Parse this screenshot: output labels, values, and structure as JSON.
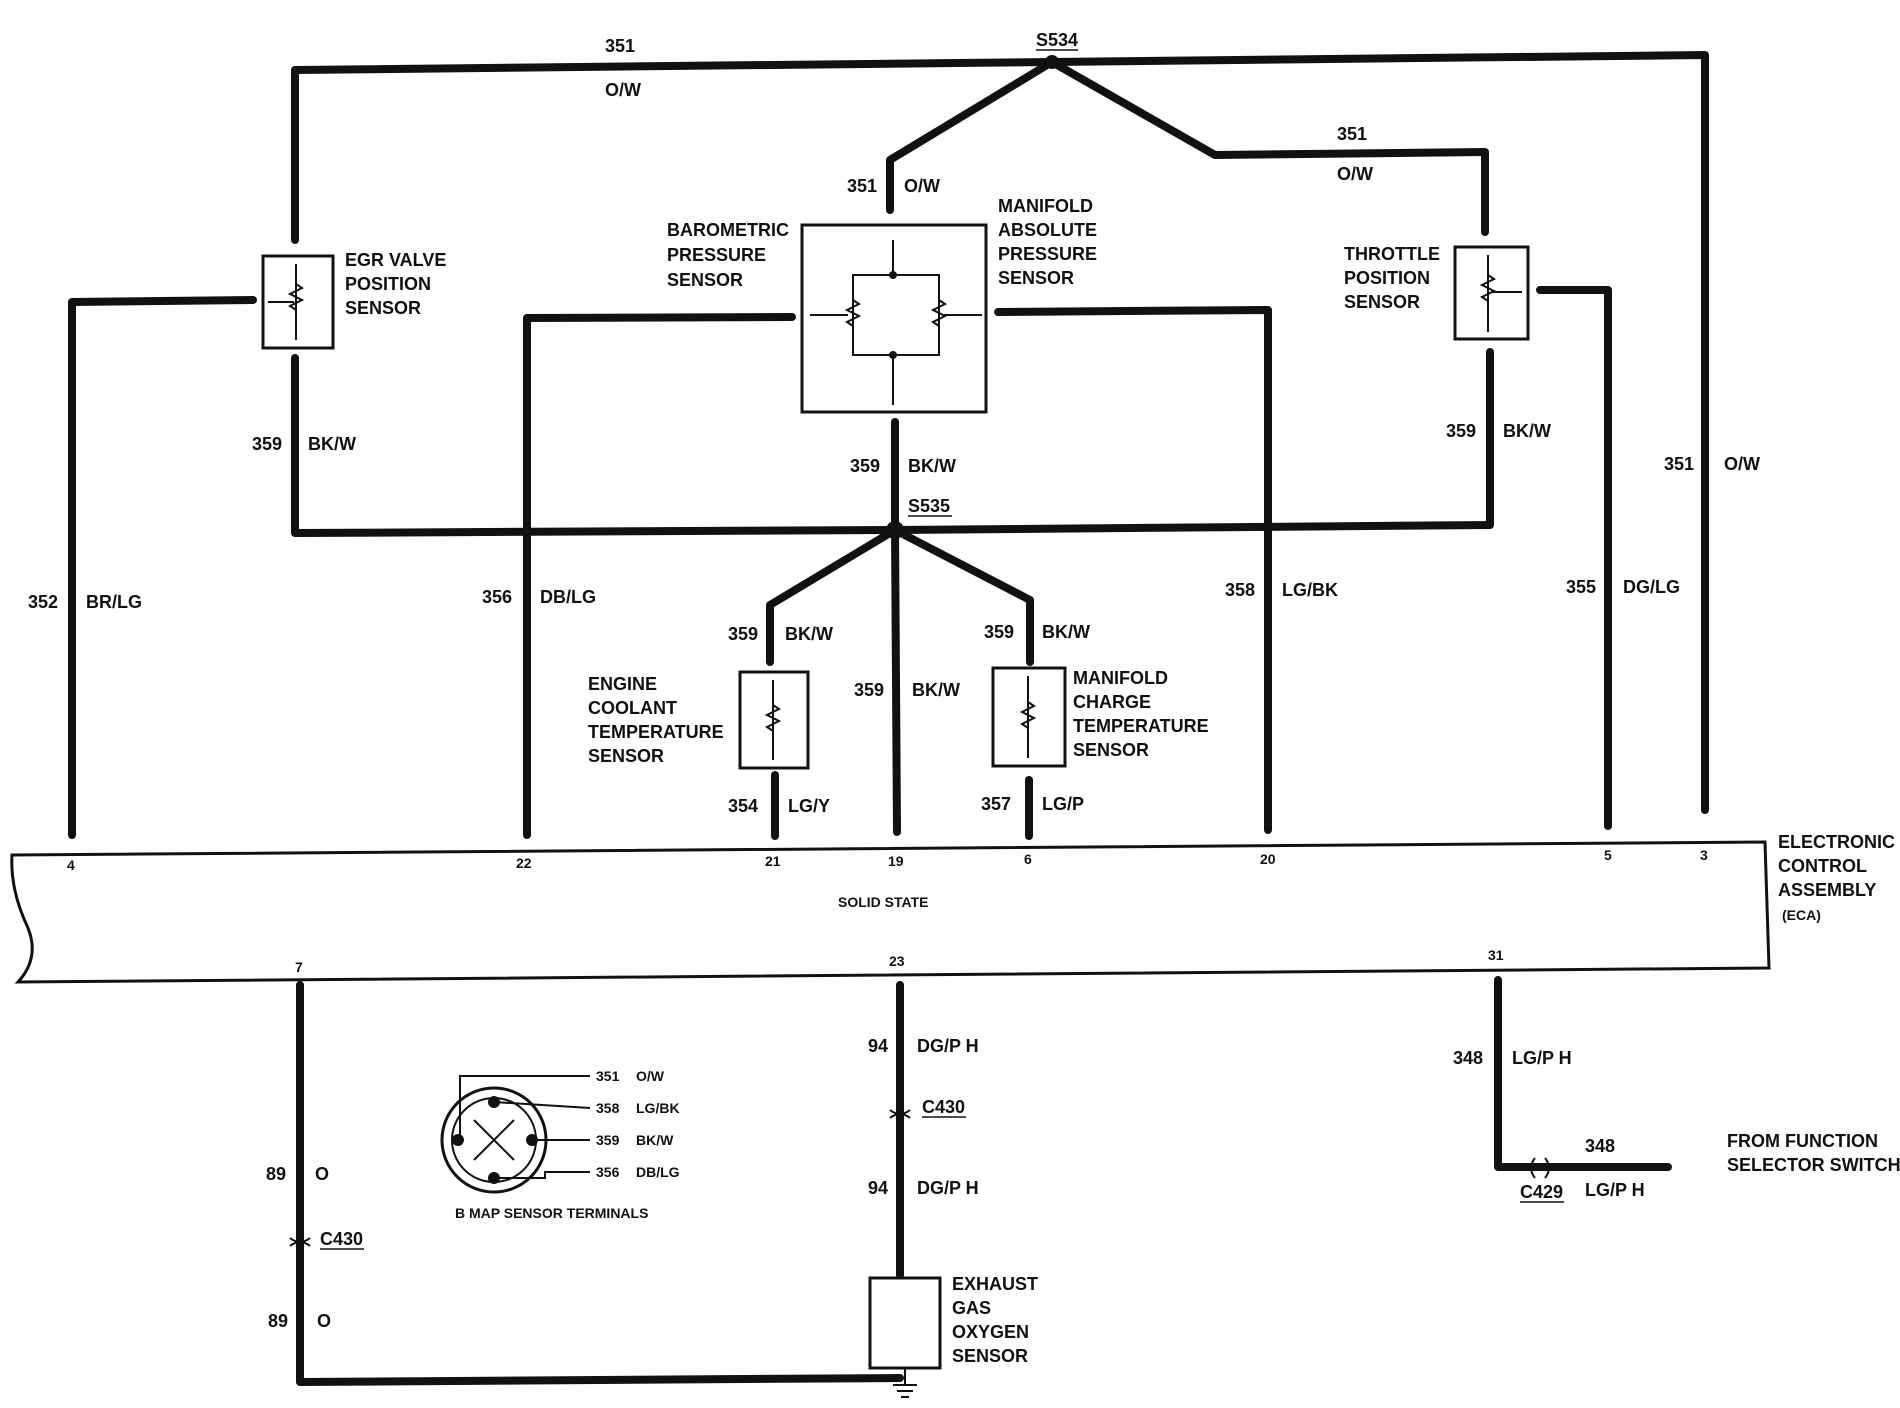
{
  "colors": {
    "ink": "#111111",
    "paper": "#ffffff"
  },
  "splices": {
    "s534": "S534",
    "s535": "S535"
  },
  "connectors": {
    "c430_top": "C430",
    "c430_left": "C430",
    "c429": "C429"
  },
  "components": {
    "egr": [
      "EGR VALVE",
      "POSITION",
      "SENSOR"
    ],
    "baro": [
      "BAROMETRIC",
      "PRESSURE",
      "SENSOR"
    ],
    "map": [
      "MANIFOLD",
      "ABSOLUTE",
      "PRESSURE",
      "SENSOR"
    ],
    "tps": [
      "THROTTLE",
      "POSITION",
      "SENSOR"
    ],
    "ect": [
      "ENGINE",
      "COOLANT",
      "TEMPERATURE",
      "SENSOR"
    ],
    "mct": [
      "MANIFOLD",
      "CHARGE",
      "TEMPERATURE",
      "SENSOR"
    ],
    "ego": [
      "EXHAUST",
      "GAS",
      "OXYGEN",
      "SENSOR"
    ],
    "eca": [
      "ELECTRONIC",
      "CONTROL",
      "ASSEMBLY"
    ],
    "eca_abbrev": "(ECA)",
    "eca_body": "SOLID STATE"
  },
  "eca_pins": {
    "top": [
      "4",
      "22",
      "21",
      "19",
      "6",
      "20",
      "5",
      "3"
    ],
    "bottom": [
      "7",
      "23",
      "31"
    ]
  },
  "wires": {
    "w351_top": {
      "num": "351",
      "color": "O/W"
    },
    "w351_map": {
      "num": "351",
      "color": "O/W"
    },
    "w351_tps": {
      "num": "351",
      "color": "O/W"
    },
    "w351_right": {
      "num": "351",
      "color": "O/W"
    },
    "w359_egr": {
      "num": "359",
      "color": "BK/W"
    },
    "w359_map": {
      "num": "359",
      "color": "BK/W"
    },
    "w359_tps": {
      "num": "359",
      "color": "BK/W"
    },
    "w359_ect": {
      "num": "359",
      "color": "BK/W"
    },
    "w359_mct": {
      "num": "359",
      "color": "BK/W"
    },
    "w359_eca": {
      "num": "359",
      "color": "BK/W"
    },
    "w352": {
      "num": "352",
      "color": "BR/LG"
    },
    "w356": {
      "num": "356",
      "color": "DB/LG"
    },
    "w358": {
      "num": "358",
      "color": "LG/BK"
    },
    "w355": {
      "num": "355",
      "color": "DG/LG"
    },
    "w354": {
      "num": "354",
      "color": "LG/Y"
    },
    "w357": {
      "num": "357",
      "color": "LG/P"
    },
    "w94_a": {
      "num": "94",
      "color": "DG/P H"
    },
    "w94_b": {
      "num": "94",
      "color": "DG/P H"
    },
    "w89_a": {
      "num": "89",
      "color": "O"
    },
    "w89_b": {
      "num": "89",
      "color": "O"
    },
    "w348_a": {
      "num": "348",
      "color": "LG/P H"
    },
    "w348_b": {
      "num": "348",
      "color": "LG/P H"
    }
  },
  "external": [
    "FROM FUNCTION",
    "SELECTOR SWITCH"
  ],
  "terminal_inset": {
    "caption": "B MAP SENSOR TERMINALS",
    "entries": [
      {
        "num": "351",
        "color": "O/W"
      },
      {
        "num": "358",
        "color": "LG/BK"
      },
      {
        "num": "359",
        "color": "BK/W"
      },
      {
        "num": "356",
        "color": "DB/LG"
      }
    ]
  }
}
